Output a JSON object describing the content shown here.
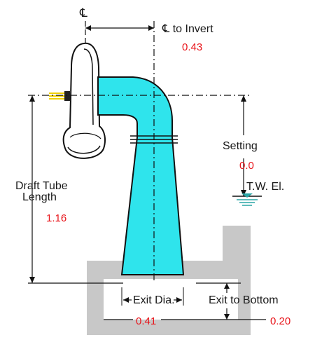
{
  "colors": {
    "tube_fill": "#2fe4ec",
    "tube_stroke": "#111111",
    "concrete": "#c8c8c8",
    "value_text": "#e8141a",
    "water": "#2aa6a6",
    "label_text": "#1a1a1a"
  },
  "labels": {
    "centerline_symbol": "℄",
    "centerline_to_invert": "℄ to Invert",
    "setting": "Setting",
    "tw_el": "T.W. El.",
    "draft_tube_length_line1": "Draft Tube",
    "draft_tube_length_line2": "Length",
    "exit_dia": "Exit Dia.",
    "exit_to_bottom": "Exit to Bottom"
  },
  "values": {
    "centerline_to_invert": "0.43",
    "setting": "0.0",
    "draft_tube_length": "1.16",
    "exit_dia": "0.41",
    "exit_to_bottom": "0.20"
  }
}
